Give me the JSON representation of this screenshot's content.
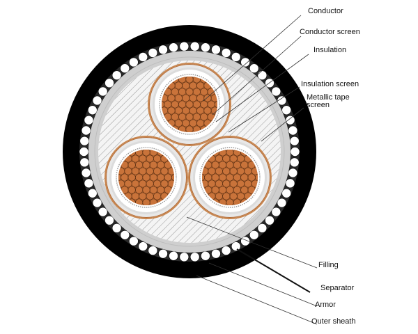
{
  "labels": {
    "conductor": "Conductor",
    "conductor_screen": "Conductor screen",
    "insulation": "Insulation",
    "insulation_screen": "Insulation screen",
    "metallic_tape_screen_line1": "Metallic tape",
    "metallic_tape_screen_line2": "screen",
    "filling": "Filling",
    "separator": "Separator",
    "armor": "Armor",
    "outer_sheath": "Outer sheath"
  },
  "colors": {
    "copper": "#C9733A",
    "copper_strand_line": "#5a2f12",
    "copper_tape": "#C8864F",
    "insulation": "#ffffff",
    "insulation_screen": "#d9d9d9",
    "filling_bg": "#f2f2f2",
    "separator": "#cfcfcf",
    "armor_bg": "#2a2a2a",
    "armor_wire": "#ffffff",
    "sheath": "#000000",
    "leader_line": "#333333"
  }
}
